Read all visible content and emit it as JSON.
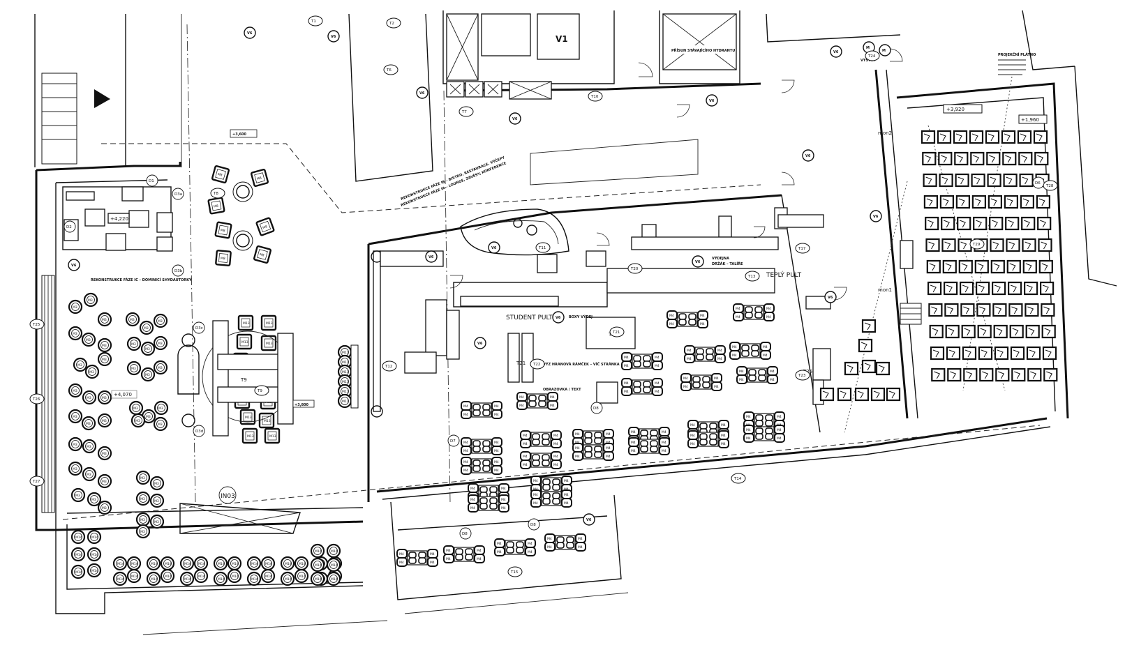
{
  "drawing": {
    "area_labels": {
      "v1": "V1",
      "student_pult": "STUDENT PULT",
      "teply_pult": "TEPLÝ PULT",
      "in03": "IN03"
    },
    "level_marks": {
      "top_left": "+3,600",
      "left_room": "+4,220",
      "left_lower": "+4,070",
      "center": "+3,800",
      "lecture_top": "+3,920",
      "lecture_right": "+1,960"
    },
    "door_tags": [
      "D1",
      "D2",
      "D3a",
      "D3b",
      "D3c",
      "D3d",
      "D6",
      "D7",
      "D8",
      "D8",
      "D8"
    ],
    "monitor_tags": [
      "mon1",
      "mon2"
    ],
    "table_tags": [
      "T1",
      "T2",
      "T6",
      "T7",
      "T8",
      "T9",
      "T10",
      "T11",
      "T12",
      "T13",
      "T14",
      "T15",
      "T17",
      "T20",
      "T21",
      "T22",
      "T23",
      "T24",
      "T25",
      "T26",
      "T27",
      "T28",
      "T29"
    ],
    "small_notes": {
      "vystup": "VÝSTUP",
      "hydrant": "PŘÍSUN STÁVAJÍCÍHO HYDRANTU",
      "reconstruction_a": "REKONSTRUKCE FÁZE IB – BISTRO, RESTAURACE, VÝČEPY",
      "reconstruction_b": "REKONSTRUKCE FÁZE IA – LOUNGE, ZÁVĚSY, KONFERENCE",
      "reconstruction_c": "REKONSTRUKCE FÁZE IC – DOMINICÍ SHYDAUTORKÝ",
      "projection": "PROJEKČNÍ PLÁTNO",
      "boxes_label": "BOXY VÝDEJ",
      "text_1": "VÝDEJNA",
      "text_2": "DRŽÁK – TALÍŘE",
      "text_3": "VÝZ HRANOVÁ RÁMČEK – VÍČ STRÁNKA",
      "text_4": "OBRAZOVKA / TEXT"
    },
    "furniture_tags": [
      "M1",
      "M2",
      "M3",
      "M4",
      "M5",
      "M7",
      "M8",
      "M9",
      "M10",
      "M11",
      "M13",
      "M14",
      "M15"
    ],
    "colors": {
      "line": "#111111",
      "background": "#ffffff"
    }
  }
}
